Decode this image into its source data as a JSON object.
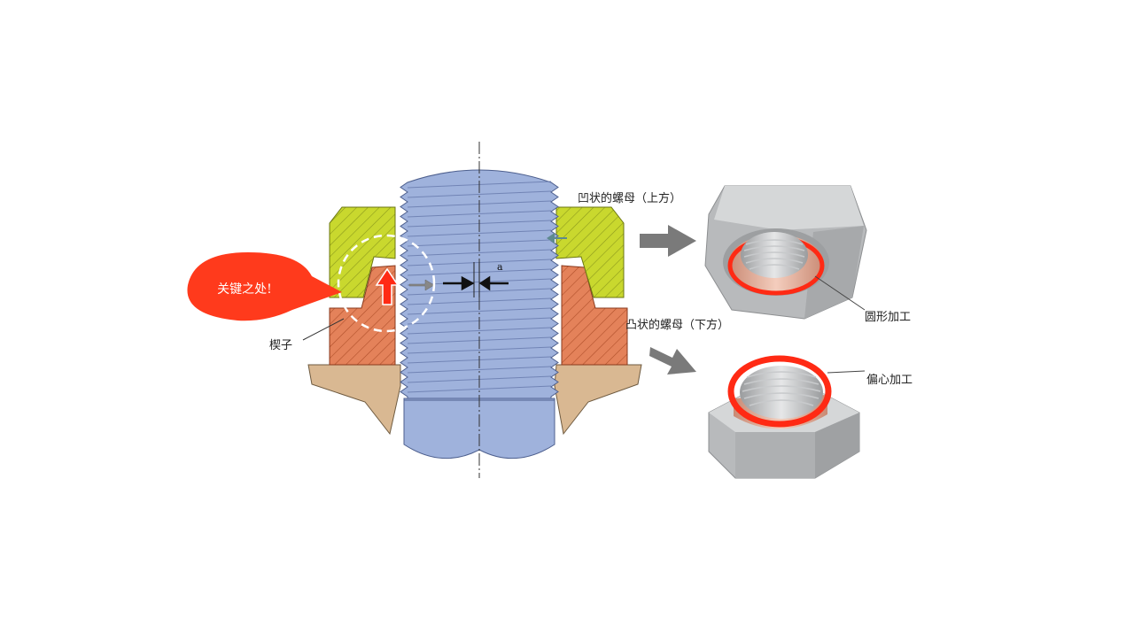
{
  "labels": {
    "callout": "关键之处!",
    "wedge": "楔子",
    "gap": "a",
    "upper_nut": "凹状的螺母（上方）",
    "lower_nut": "凸状的螺母（下方）",
    "round_machining": "圆形加工",
    "eccentric_machining": "偏心加工"
  },
  "colors": {
    "bolt": "#9fb2dc",
    "upper_nut": "#c9d82e",
    "lower_nut": "#e4825a",
    "base": "#d9b892",
    "callout": "#ff3a1c",
    "arrow_gray": "#7a7a7a",
    "nut_gray": "#c4c6c8",
    "copper": "#e4a58e"
  },
  "icons": [
    "callout-bubble",
    "up-arrow-icon",
    "right-arrow-icon",
    "gray-arrow-icon"
  ]
}
